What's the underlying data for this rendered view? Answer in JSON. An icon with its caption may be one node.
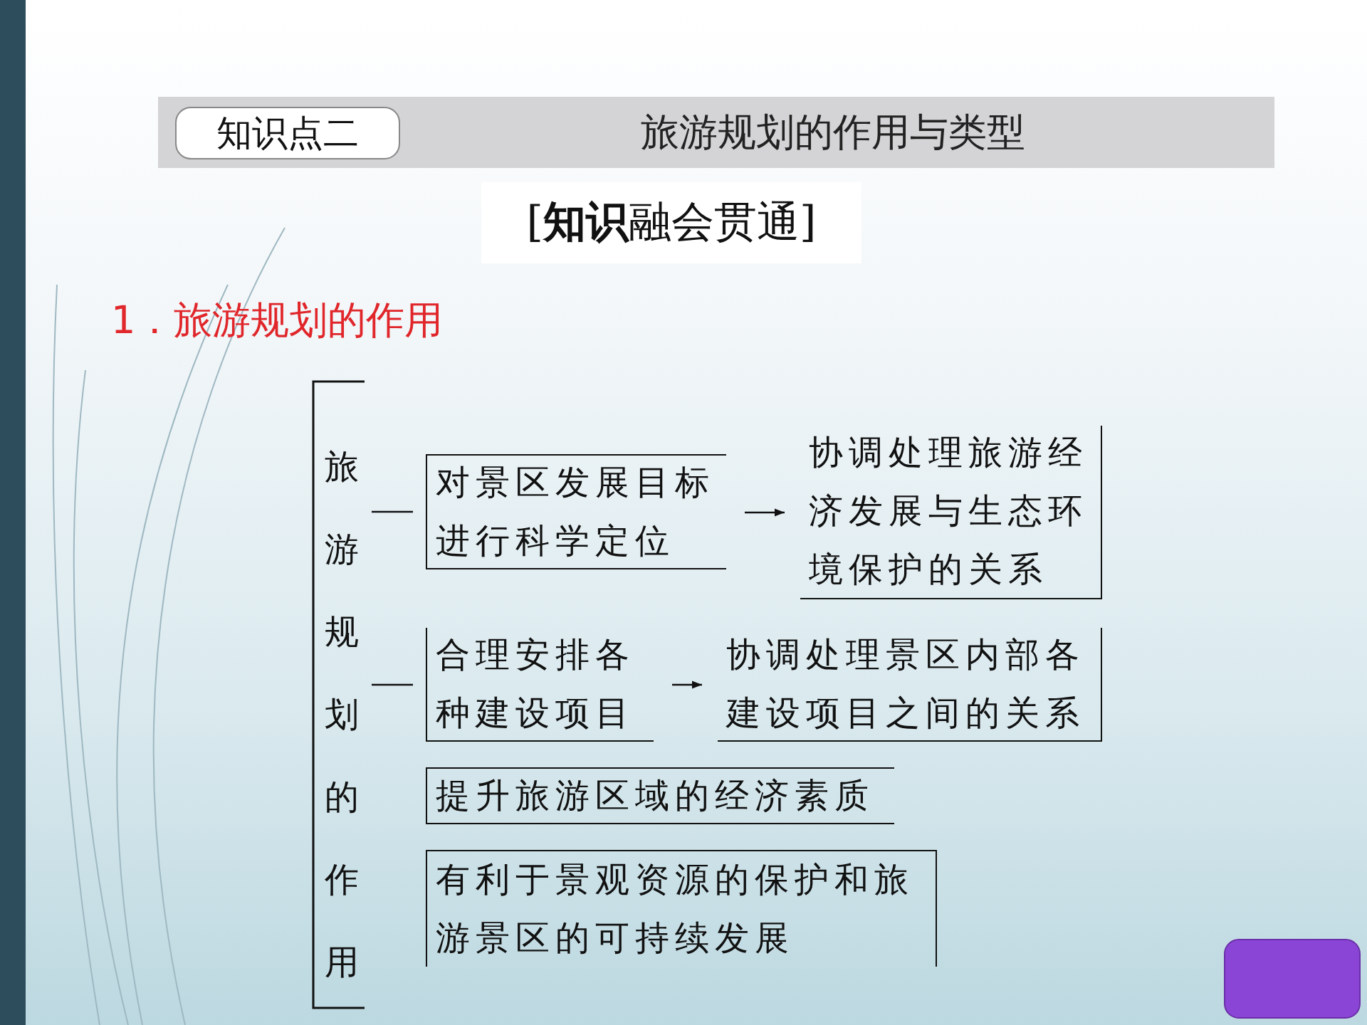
{
  "diagram": {
    "title": "旅游规划的作用与类型",
    "nodes": [
      {
        "text": [
          "旅游规划的作用"
        ]
      },
      {
        "text": [
          "对景区发展目标进行科学定位"
        ]
      },
      {
        "text": [
          "协调处理旅游经济发展与生态环境保护的关系"
        ]
      },
      {
        "text": [
          "合理安排各种建设项目"
        ]
      },
      {
        "text": [
          "协调处理景区内部各建设项目之间的关系"
        ]
      },
      {
        "text": [
          "提升旅游区域的经济素质"
        ]
      },
      {
        "text": [
          "有利于景观资源的保护和旅游景区的可持续发展"
        ]
      }
    ],
    "edges": [
      {
        "from": 0,
        "to": 1,
        "arrow": "none"
      },
      {
        "from": 1,
        "to": 2,
        "arrow": "to"
      },
      {
        "from": 0,
        "to": 3,
        "arrow": "none"
      },
      {
        "from": 3,
        "to": 4,
        "arrow": "to"
      }
    ],
    "labels": [
      "知识点二",
      "[**知识**融会贯通]",
      "1．旅游规划的作用"
    ]
  }
}
